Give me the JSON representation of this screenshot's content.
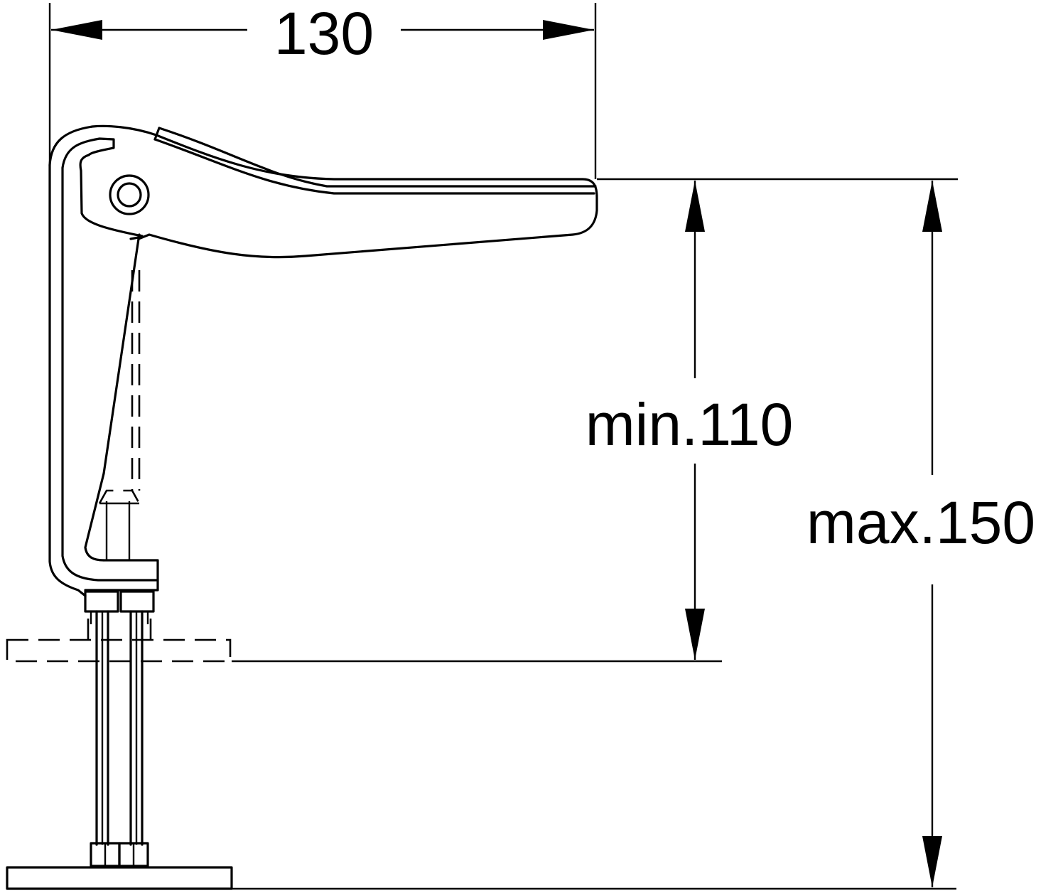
{
  "dimensions": {
    "width_label": "130",
    "min_height_label": "min.110",
    "max_height_label": "max.150"
  },
  "colors": {
    "line": "#000000",
    "background": "#ffffff"
  }
}
